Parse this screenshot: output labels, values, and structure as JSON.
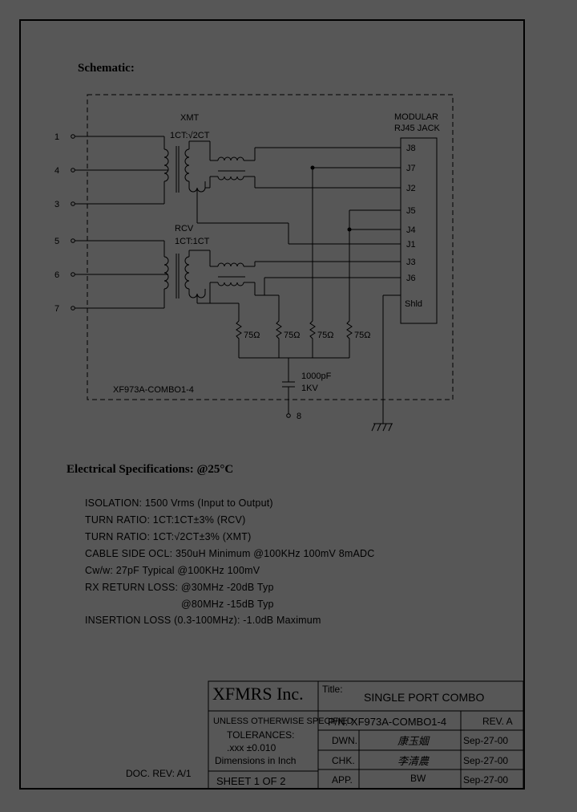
{
  "schematic": {
    "heading": "Schematic:",
    "pins_left": [
      "1",
      "4",
      "3",
      "5",
      "6",
      "7"
    ],
    "xmt_label": "XMT",
    "xmt_ratio": "1CT:√2CT",
    "rcv_label": "RCV",
    "rcv_ratio": "1CT:1CT",
    "jack_title_1": "MODULAR",
    "jack_title_2": "RJ45  JACK",
    "jack_pins": [
      "J8",
      "J7",
      "J2",
      "J5",
      "J4",
      "J1",
      "J3",
      "J6",
      "Shld"
    ],
    "resistor_value": "75Ω",
    "cap_value_1": "1000pF",
    "cap_value_2": "1KV",
    "pin8": "8",
    "part_label": "XF973A-COMBO1-4"
  },
  "electrical": {
    "heading": "Electrical   Specifications: @25°C",
    "lines": [
      "ISOLATION:  1500 Vrms (Input to Output)",
      "TURN  RATIO:  1CT:1CT±3% (RCV)",
      "TURN  RATIO:   1CT:√2CT±3% (XMT)",
      "CABLE SIDE OCL: 350uH Minimum @100KHz 100mV 8mADC",
      "Cw/w: 27pF Typical @100KHz 100mV",
      "RX RETURN LOSS: @30MHz   -20dB Typ",
      "@80MHz   -15dB Typ",
      "INSERTION LOSS (0.3-100MHz): -1.0dB Maximum"
    ]
  },
  "title_block": {
    "company": "XFMRS Inc.",
    "title_label": "Title:",
    "title": "SINGLE PORT COMBO",
    "unless": "UNLESS OTHERWISE SPECIFIED",
    "tolerances": "TOLERANCES:",
    "tol_value": ".xxx ±0.010",
    "dimensions": "Dimensions in Inch",
    "sheet": "SHEET  1  OF  2",
    "pn": "P/N: XF973A-COMBO1-4",
    "rev": "REV. A",
    "dwn_label": "DWN.",
    "chk_label": "CHK.",
    "app_label": "APP.",
    "dwn_sig": "康玉婟",
    "chk_sig": "李清農",
    "app_sig": "BW",
    "dwn_date": "Sep-27-00",
    "chk_date": "Sep-27-00",
    "app_date": "Sep-27-00",
    "doc_rev": "DOC. REV: A/1"
  }
}
